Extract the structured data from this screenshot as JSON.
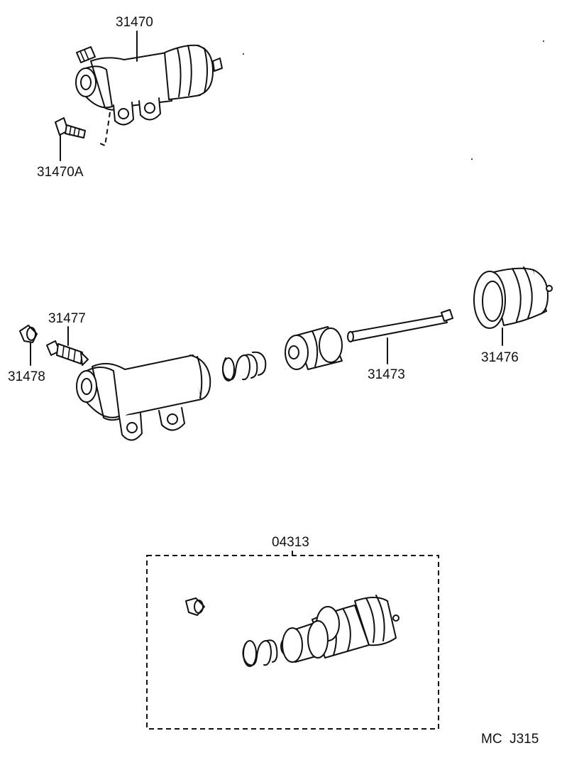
{
  "labels": {
    "cylinder_assy": "31470",
    "bleeder_assy": "31470A",
    "bleeder_plug": "31477",
    "bleeder_cap": "31478",
    "push_rod": "31473",
    "boot": "31476",
    "repair_kit": "04313",
    "figure_code": "MC  J315"
  },
  "colors": {
    "ink": "#111111",
    "paper": "#ffffff"
  }
}
